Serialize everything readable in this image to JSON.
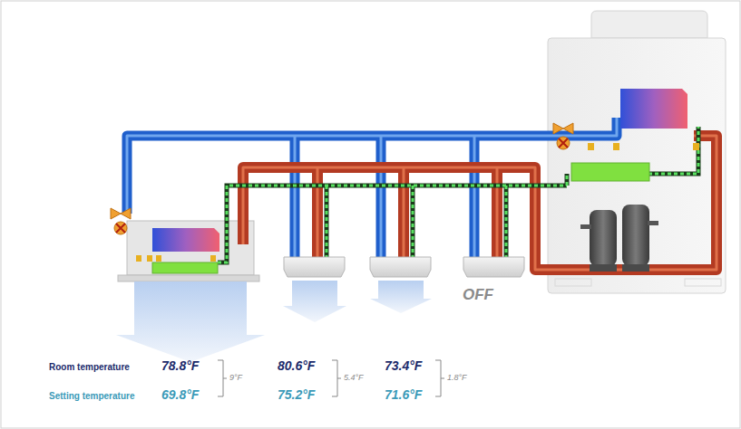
{
  "diagram": {
    "labels": [
      "OFF",
      "Room temperature",
      "78.8°F",
      "80.6°F",
      "73.4°F",
      "9°F",
      "5.4°F",
      "1.8°F",
      "Setting temperature",
      "69.8°F",
      "75.2°F",
      "71.6°F"
    ]
  }
}
